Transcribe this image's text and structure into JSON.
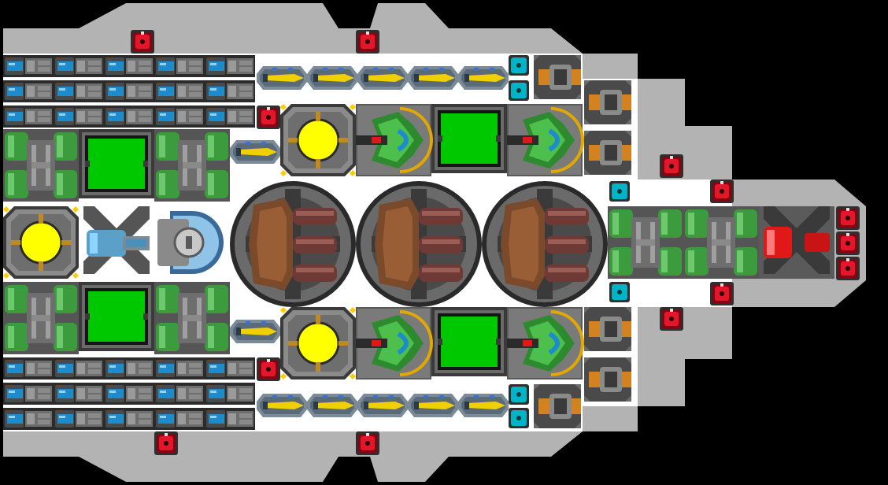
{
  "colors": {
    "background": "#000000",
    "hull": "#b3b3b3",
    "deck": "#ffffff",
    "metal_dark": "#3c3c3c",
    "metal_mid": "#6e6e6e",
    "metal_light": "#9a9a9a",
    "shield_green": "#00c800",
    "reactor_yellow": "#ffff00",
    "tank_green": "#3c9b3c",
    "battery_blue": "#1e8ccc",
    "connector_red": "#d0021b",
    "connector_cyan": "#00b4c8",
    "missile_yellow": "#f0d000",
    "thruster_orange": "#d2821e",
    "cannon_brown": "#7a4a2a",
    "engine_red": "#e01818"
  },
  "ship": {
    "name": "",
    "modules": [
      {
        "kind": "battery-bank",
        "name": "battery-bank-top"
      },
      {
        "kind": "battery-bank",
        "name": "battery-bank-bottom"
      },
      {
        "kind": "tank",
        "name": "fuel-tank-top-left"
      },
      {
        "kind": "tank",
        "name": "fuel-tank-top-right"
      },
      {
        "kind": "tank",
        "name": "fuel-tank-bottom-left"
      },
      {
        "kind": "tank",
        "name": "fuel-tank-bottom-right"
      },
      {
        "kind": "tank",
        "name": "fuel-tank-rear-a"
      },
      {
        "kind": "tank",
        "name": "fuel-tank-rear-b"
      },
      {
        "kind": "shield",
        "name": "shield-generator-top-left"
      },
      {
        "kind": "shield",
        "name": "shield-generator-top-center"
      },
      {
        "kind": "shield",
        "name": "shield-generator-bottom-left"
      },
      {
        "kind": "shield",
        "name": "shield-generator-bottom-center"
      },
      {
        "kind": "reactor",
        "name": "reactor-mid-left"
      },
      {
        "kind": "reactor",
        "name": "reactor-top"
      },
      {
        "kind": "reactor",
        "name": "reactor-bottom"
      },
      {
        "kind": "plasma-turret",
        "name": "plasma-turret-top-a"
      },
      {
        "kind": "plasma-turret",
        "name": "plasma-turret-top-b"
      },
      {
        "kind": "plasma-turret",
        "name": "plasma-turret-bottom-a"
      },
      {
        "kind": "plasma-turret",
        "name": "plasma-turret-bottom-b"
      },
      {
        "kind": "heavy-cannon",
        "name": "heavy-cannon-1"
      },
      {
        "kind": "heavy-cannon",
        "name": "heavy-cannon-2"
      },
      {
        "kind": "heavy-cannon",
        "name": "heavy-cannon-3"
      },
      {
        "kind": "missile-pod",
        "name": "missile-pod"
      },
      {
        "kind": "thruster",
        "name": "thruster"
      },
      {
        "kind": "engine",
        "name": "main-engine"
      },
      {
        "kind": "tractor",
        "name": "tractor-beam"
      },
      {
        "kind": "connector",
        "name": "connector-port"
      }
    ]
  }
}
